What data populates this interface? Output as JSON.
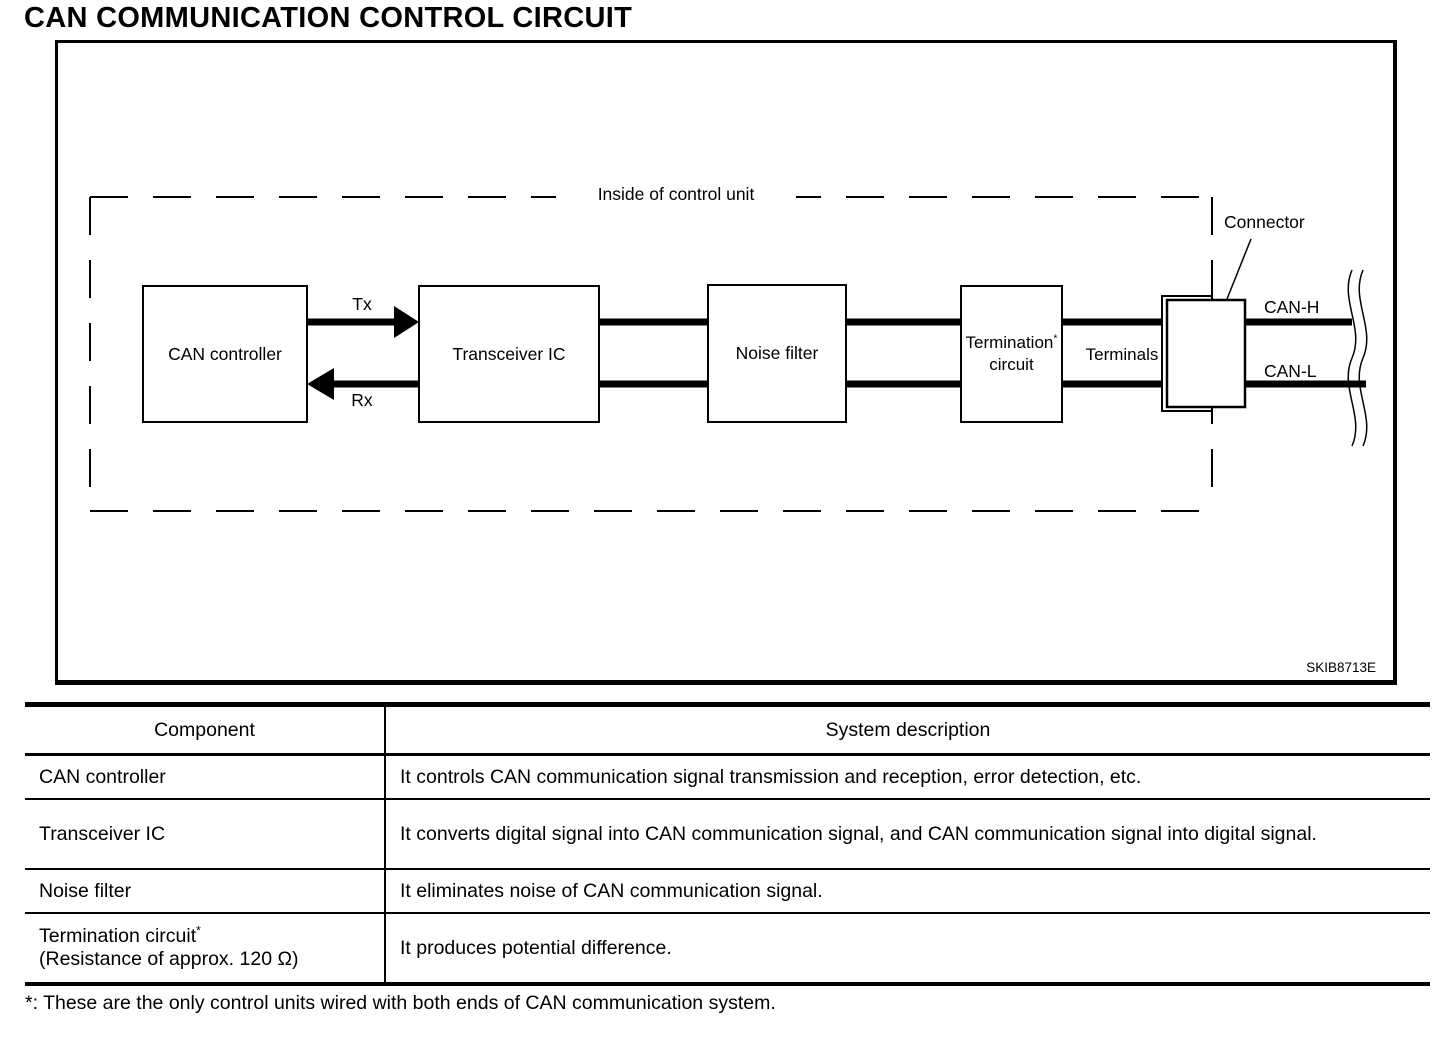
{
  "page": {
    "title": "CAN COMMUNICATION CONTROL CIRCUIT",
    "figure_code": "SKIB8713E",
    "footnote": "*: These are the only control units wired with both ends of CAN communication system."
  },
  "diagram": {
    "boundary_label": "Inside of control unit",
    "blocks": {
      "can_controller": "CAN controller",
      "transceiver_ic": "Transceiver IC",
      "noise_filter": "Noise filter",
      "termination": {
        "line1": "Termination",
        "sup": "*",
        "line2": "circuit"
      }
    },
    "signals": {
      "tx": "Tx",
      "rx": "Rx"
    },
    "labels": {
      "terminals": "Terminals",
      "connector": "Connector",
      "can_h": "CAN-H",
      "can_l": "CAN-L"
    },
    "colors": {
      "line": "#000000",
      "background": "#ffffff"
    }
  },
  "table": {
    "headers": [
      "Component",
      "System description"
    ],
    "rows": [
      {
        "component": "CAN controller",
        "description": "It controls CAN communication signal transmission and reception, error detection, etc."
      },
      {
        "component": "Transceiver IC",
        "description": "It converts digital signal into CAN communication signal, and CAN communication signal into digital signal."
      },
      {
        "component": "Noise filter",
        "description": "It eliminates noise of CAN communication signal."
      },
      {
        "component": "Termination circuit",
        "component_sup": "*",
        "component_note": "(Resistance of approx. 120 Ω)",
        "description": "It produces potential difference."
      }
    ]
  }
}
